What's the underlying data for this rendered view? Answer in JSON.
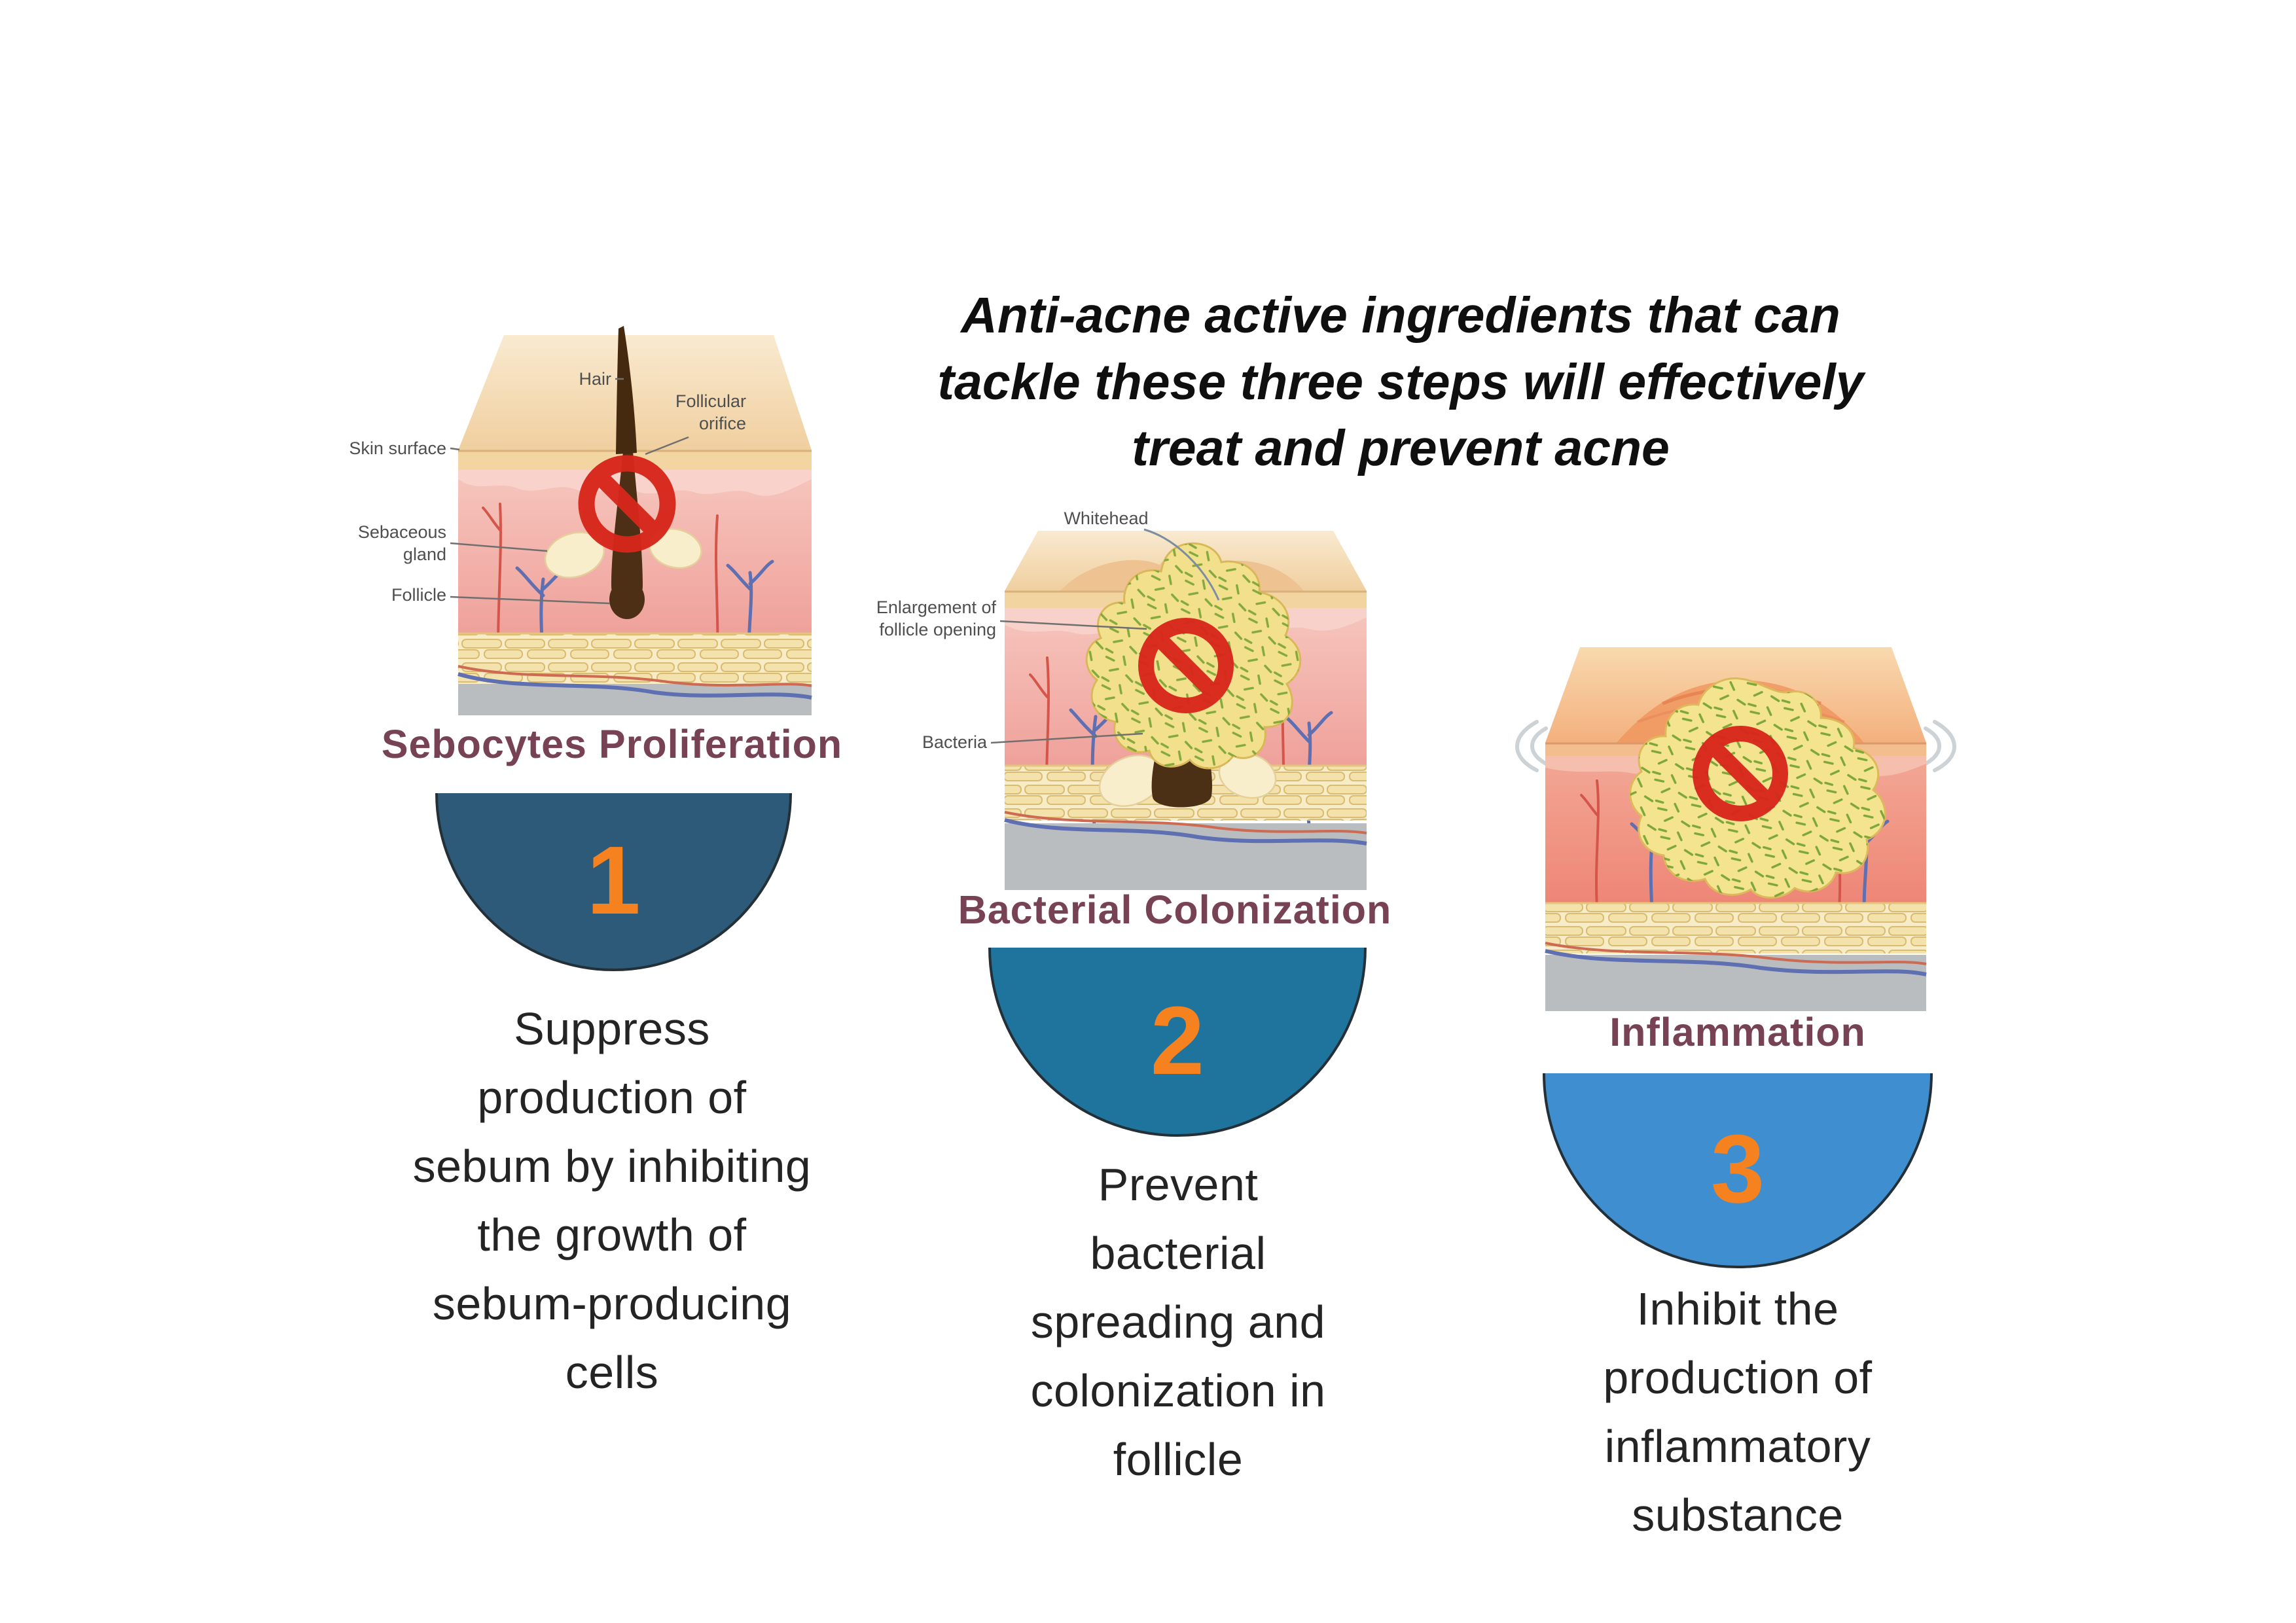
{
  "title": {
    "lines": [
      "Anti-acne active ingredients that can",
      "tackle these three steps will effectively",
      "treat and prevent acne"
    ]
  },
  "colors": {
    "number": "#f5821e",
    "caption": "#784255",
    "prohibition_red": "#d7261b",
    "title_text": "#0f0f0f",
    "description_text": "#242424",
    "label_gray": "#4f4f4f"
  },
  "panels": [
    {
      "caption": "Sebocytes Proliferation",
      "number": "1",
      "circle_color": "#2c5a78",
      "description": [
        "Suppress",
        "production of",
        "sebum by inhibiting",
        "the growth of",
        "sebum-producing",
        "cells"
      ],
      "labels": {
        "hair": "Hair",
        "follicular_orifice_1": "Follicular",
        "follicular_orifice_2": "orifice",
        "skin_surface": "Skin surface",
        "sebaceous_gland_1": "Sebaceous",
        "sebaceous_gland_2": "gland",
        "follicle": "Follicle"
      }
    },
    {
      "caption": "Bacterial Colonization",
      "number": "2",
      "circle_color": "#1f749d",
      "description": [
        "Prevent",
        "bacterial",
        "spreading and",
        "colonization in",
        "follicle"
      ],
      "labels": {
        "whitehead": "Whitehead",
        "enlargement_1": "Enlargement of",
        "enlargement_2": "follicle opening",
        "bacteria": "Bacteria"
      }
    },
    {
      "caption": "Inflammation",
      "number": "3",
      "circle_color": "#3f8ed0",
      "description": [
        "Inhibit the",
        "production of",
        "inflammatory",
        "substance"
      ]
    }
  ]
}
